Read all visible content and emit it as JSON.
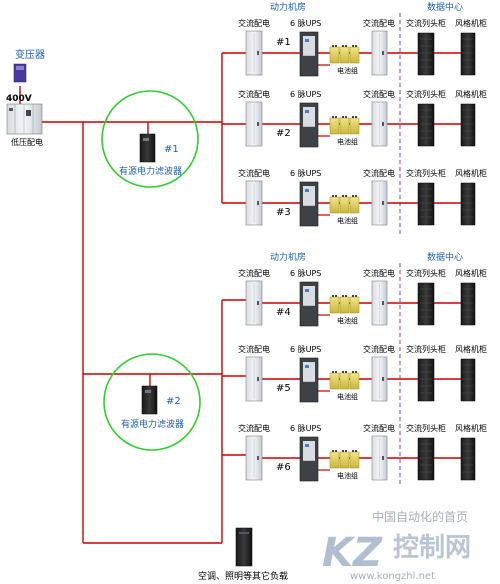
{
  "top": {
    "transformer_label": "变压器",
    "voltage_label": "400V",
    "lv_panel_label": "低压配电"
  },
  "sections": [
    {
      "room_label": "动力机房",
      "dc_label": "数据中心",
      "filter_label": "有源电力滤波器",
      "filter_num": "#1",
      "rows": [
        {
          "ac_label": "交流配电",
          "ups_label": "6 脉UPS",
          "ac2_label": "交流配电",
          "rack_label": "交流列头柜",
          "cab_label": "风格机柜",
          "num": "#1",
          "battery_label": "电池组"
        },
        {
          "ac_label": "交流配电",
          "ups_label": "6 脉UPS",
          "ac2_label": "交流配电",
          "rack_label": "交流列头柜",
          "cab_label": "风格机柜",
          "num": "#2",
          "battery_label": "电池组"
        },
        {
          "ac_label": "交流配电",
          "ups_label": "6 脉UPS",
          "ac2_label": "交流配电",
          "rack_label": "交流列头柜",
          "cab_label": "风格机柜",
          "num": "#3",
          "battery_label": "电池组"
        }
      ]
    },
    {
      "room_label": "动力机房",
      "dc_label": "数据中心",
      "filter_label": "有源电力滤波器",
      "filter_num": "#2",
      "rows": [
        {
          "ac_label": "交流配电",
          "ups_label": "6 脉UPS",
          "ac2_label": "交流配电",
          "rack_label": "交流列头柜",
          "cab_label": "风格机柜",
          "num": "#4",
          "battery_label": "电池组"
        },
        {
          "ac_label": "交流配电",
          "ups_label": "6 脉UPS",
          "ac2_label": "交流配电",
          "rack_label": "交流列头柜",
          "cab_label": "风格机柜",
          "num": "#5",
          "battery_label": "电池组"
        },
        {
          "ac_label": "交流配电",
          "ups_label": "6 脉UPS",
          "ac2_label": "交流配电",
          "rack_label": "交流列头柜",
          "cab_label": "风格机柜",
          "num": "#6",
          "battery_label": "电池组"
        }
      ]
    }
  ],
  "other_load_label": "空调、照明等其它负载",
  "watermark": {
    "tagline": "中国自动化的首页",
    "brand": "控制网",
    "logo_letters": "KZ",
    "url": "www.kongzhi.net"
  },
  "colors": {
    "line": "#cc0000",
    "circle": "#33cc33",
    "blue_text": "#1f5fb0",
    "divider": "#7744aa"
  }
}
